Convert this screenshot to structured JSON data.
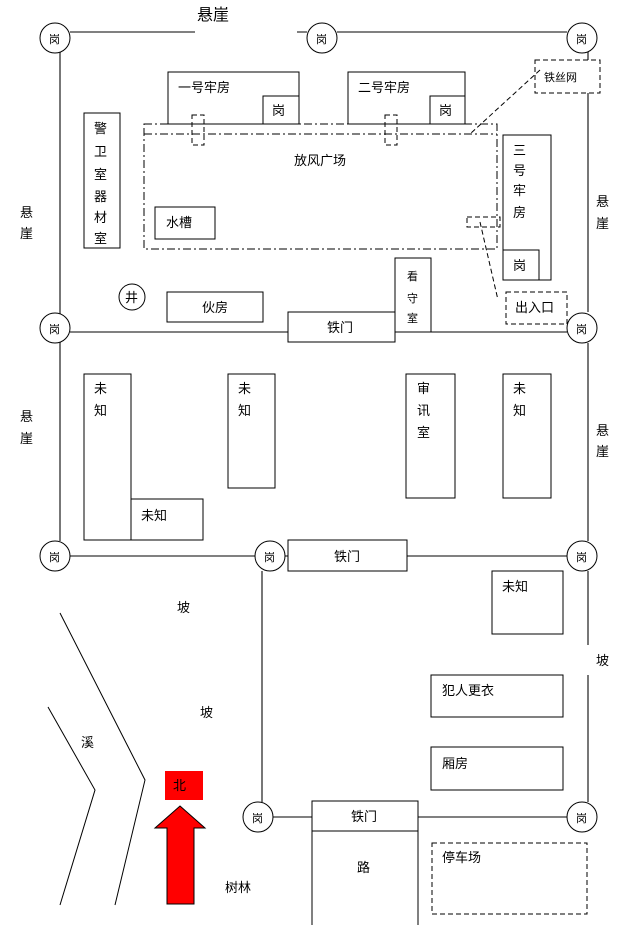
{
  "labels": {
    "cliff": "悬崖",
    "guard": "岗",
    "cell1": "一号牢房",
    "cell2": "二号牢房",
    "wire": "铁丝网",
    "guardroom": [
      "警",
      "卫",
      "室",
      "器",
      "材",
      "室"
    ],
    "yard": "放风广场",
    "cell3": [
      "三",
      "号",
      "牢",
      "房"
    ],
    "trough": "水槽",
    "well": "井",
    "kitchen": "伙房",
    "iron_gate": "铁门",
    "watch_room": [
      "看",
      "守",
      "室"
    ],
    "exit": "出入口",
    "unknown": "未知",
    "unknown_v": [
      "未",
      "知"
    ],
    "interrogation": [
      "审",
      "讯",
      "室"
    ],
    "slope": "坡",
    "changing": "犯人更衣",
    "side_room": "厢房",
    "road": "路",
    "parking": "停车场",
    "stream": "溪",
    "forest": "树林",
    "north": "北",
    "cliff_v": [
      "悬",
      "崖"
    ],
    "slope_v": "坡"
  },
  "colors": {
    "north_arrow": "#ff0000"
  }
}
